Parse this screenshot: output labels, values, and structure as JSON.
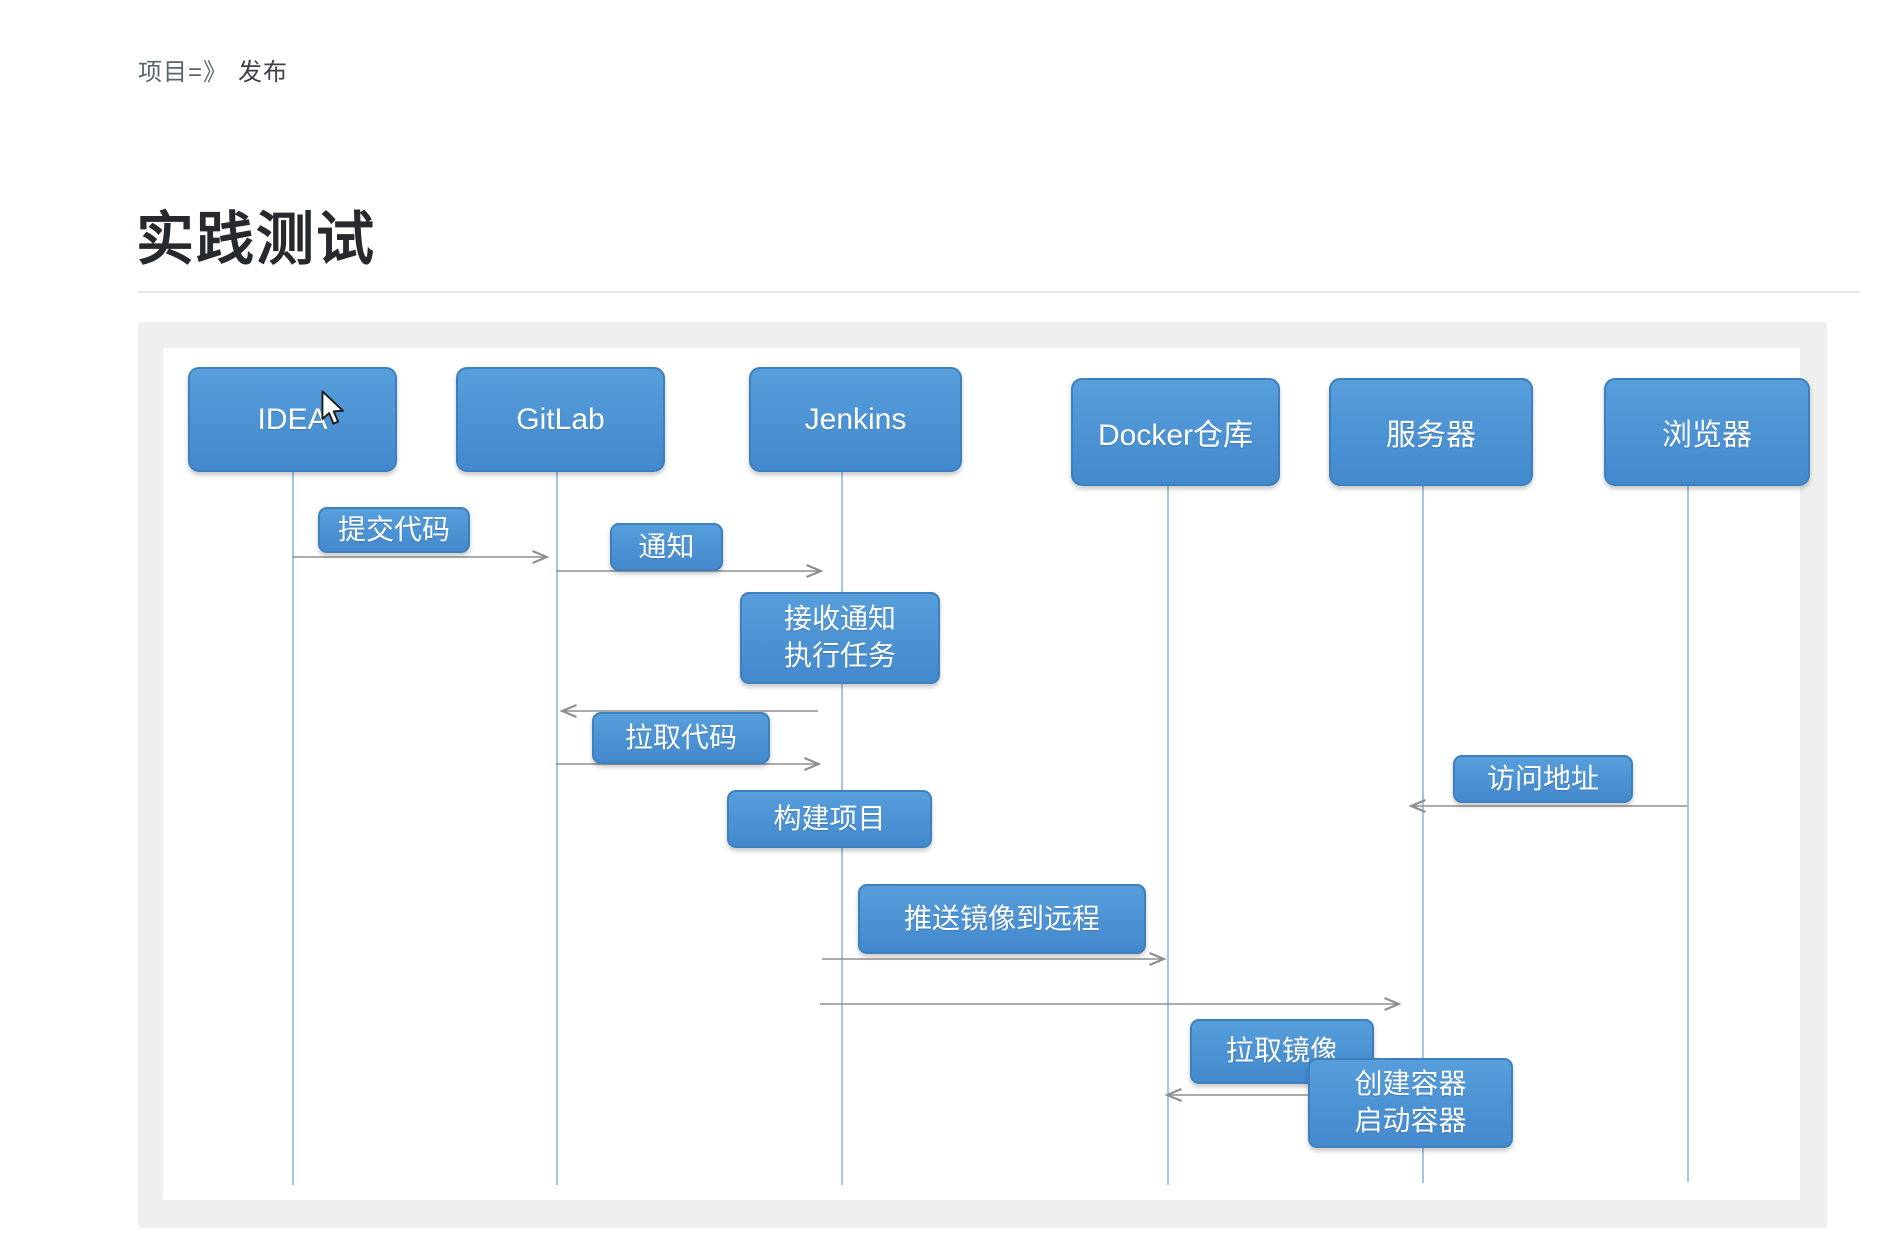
{
  "breadcrumb": {
    "project": "项目",
    "separator": "=》",
    "current": "发布"
  },
  "heading": "实践测试",
  "diagram": {
    "actors": [
      {
        "label": "IDEA"
      },
      {
        "label": "GitLab"
      },
      {
        "label": "Jenkins"
      },
      {
        "label": "Docker仓库"
      },
      {
        "label": "服务器"
      },
      {
        "label": "浏览器"
      }
    ],
    "messages": [
      {
        "label": "提交代码",
        "from": "IDEA",
        "to": "GitLab"
      },
      {
        "label": "通知",
        "from": "GitLab",
        "to": "Jenkins"
      },
      {
        "label": "接收通知\n执行任务",
        "actor": "Jenkins"
      },
      {
        "label": "拉取代码",
        "from": "Jenkins",
        "to": "GitLab"
      },
      {
        "label": "访问地址",
        "from": "浏览器",
        "to": "服务器"
      },
      {
        "label": "构建项目",
        "actor": "Jenkins"
      },
      {
        "label": "推送镜像到远程",
        "from": "Jenkins",
        "to": "Docker仓库"
      },
      {
        "label": "拉取镜像",
        "from": "服务器",
        "to": "Docker仓库"
      },
      {
        "label": "创建容器\n启动容器",
        "actor": "服务器"
      }
    ],
    "colors": {
      "box_blue": "#4a8fd3",
      "lifeline": "#a4c6e6",
      "arrow": "#8f8f8f"
    }
  }
}
